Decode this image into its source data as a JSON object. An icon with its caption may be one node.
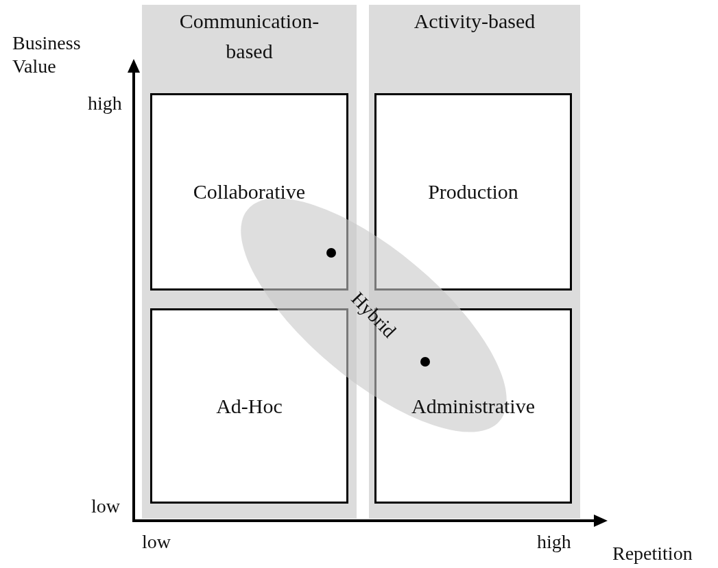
{
  "diagram": {
    "nodes": [
      {
        "text": [
          "Communication-based"
        ]
      },
      {
        "text": [
          "Collaborative"
        ],
        "in": 0
      },
      {
        "text": [
          "Ad-Hoc"
        ],
        "in": 0
      },
      {
        "text": [
          "Activity-based"
        ]
      },
      {
        "text": [
          "Production"
        ],
        "in": 3
      },
      {
        "text": [
          "Administrative"
        ],
        "in": 3
      },
      {
        "text": [
          "Hybrid"
        ]
      }
    ],
    "labels": [
      "Business Value",
      "high",
      "low",
      "low",
      "high",
      "Repetition"
    ]
  }
}
